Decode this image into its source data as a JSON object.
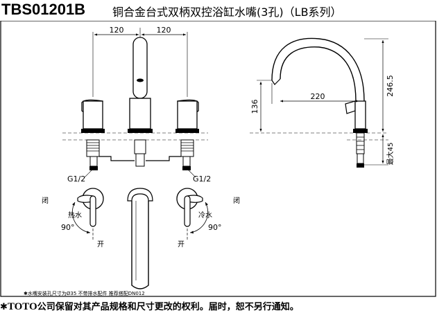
{
  "header": {
    "model": "TBS01201B",
    "title": "铜合金台式双柄双控浴缸水嘴(3孔)（LB系列）"
  },
  "front_view": {
    "dim_left": "120",
    "dim_right": "120",
    "thread_left": "G1/2",
    "thread_right": "G1/2"
  },
  "side_view": {
    "dim_reach": "220",
    "dim_height_low": "136",
    "dim_height_total": "246.5",
    "dim_max": "最大45"
  },
  "top_view": {
    "closed_left": "闭",
    "closed_right": "闭",
    "hot_label": "热水",
    "cold_label": "冷水",
    "angle_left": "90°",
    "angle_right": "90°",
    "open_left": "开",
    "open_right": "开"
  },
  "footnote": "✱水嘴安装孔尺寸为Ø35  不带排水配件  推荐搭配DN012",
  "footer": {
    "star": "✱",
    "brand": "TOTO",
    "text": "公司保留对其产品规格和尺寸更改的权利。届时，恕不另行通知。"
  }
}
